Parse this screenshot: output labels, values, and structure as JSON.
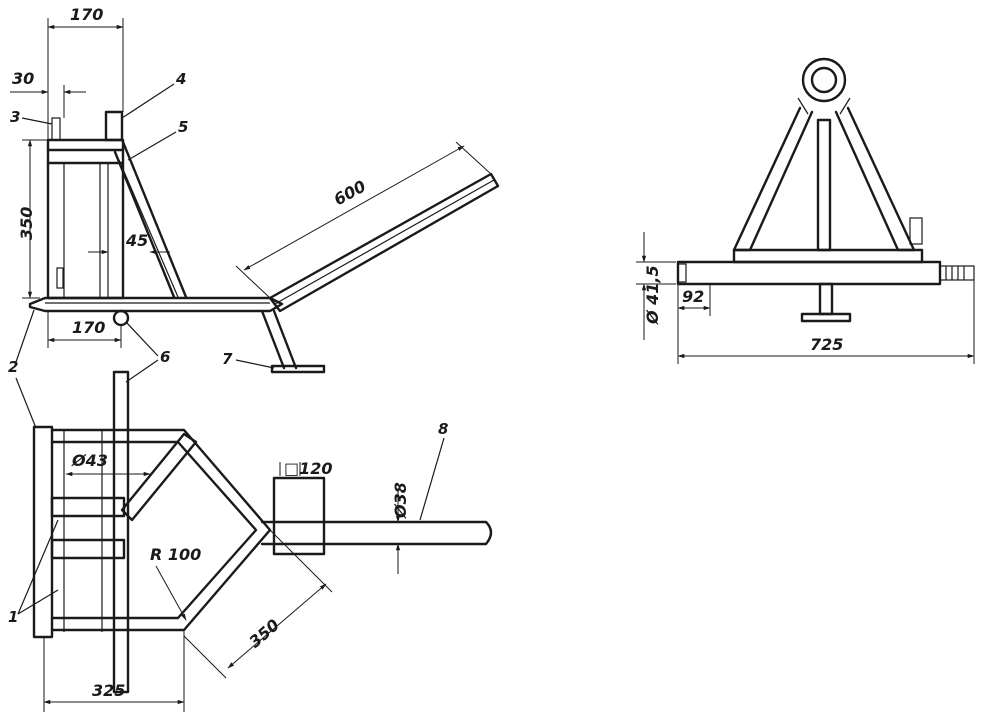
{
  "dimensions": {
    "top_width": "170",
    "offset_30": "30",
    "height_350": "350",
    "brace_45": "45",
    "bottom_170": "170",
    "handle_600": "600",
    "pipe_dia_43": "Ø43",
    "square_120": "□120",
    "bar_dia_38": "Ø38",
    "radius_100": "R 100",
    "arm_350": "350",
    "base_325": "325",
    "axle_dia_41_5": "Ø 41,5",
    "end_92": "92",
    "total_725": "725"
  },
  "callouts": {
    "c1": "1",
    "c2": "2",
    "c3": "3",
    "c4": "4",
    "c5": "5",
    "c6": "6",
    "c7": "7",
    "c8": "8"
  }
}
